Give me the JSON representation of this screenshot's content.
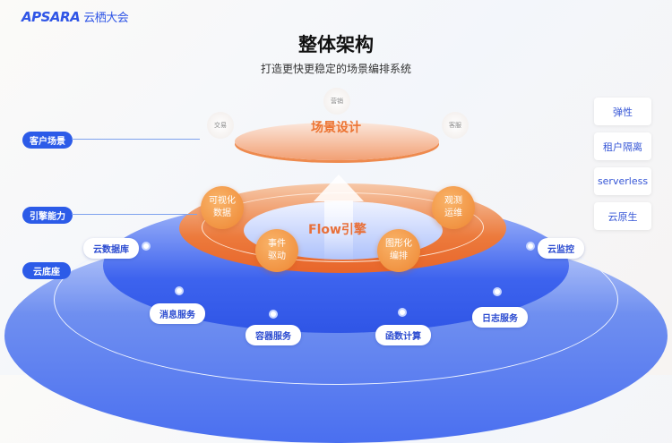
{
  "logo": {
    "brand": "APSARA",
    "name": "云栖大会"
  },
  "title": "整体架构",
  "subtitle": "打造更快更稳定的场景编排系统",
  "layers": [
    "客户场景",
    "引擎能力",
    "云底座"
  ],
  "scene": {
    "label": "场景设计",
    "bubbles": [
      "交易",
      "营销",
      "客服"
    ]
  },
  "engine": {
    "label": "Flow引擎",
    "balls": [
      "可视化\n数据",
      "事件\n驱动",
      "图形化\n编排",
      "观测\n运维"
    ]
  },
  "base": {
    "services": [
      "云数据库",
      "消息服务",
      "容器服务",
      "函数计算",
      "日志服务",
      "云监控"
    ]
  },
  "features": [
    "弹性",
    "租户隔离",
    "serverless",
    "云原生"
  ]
}
